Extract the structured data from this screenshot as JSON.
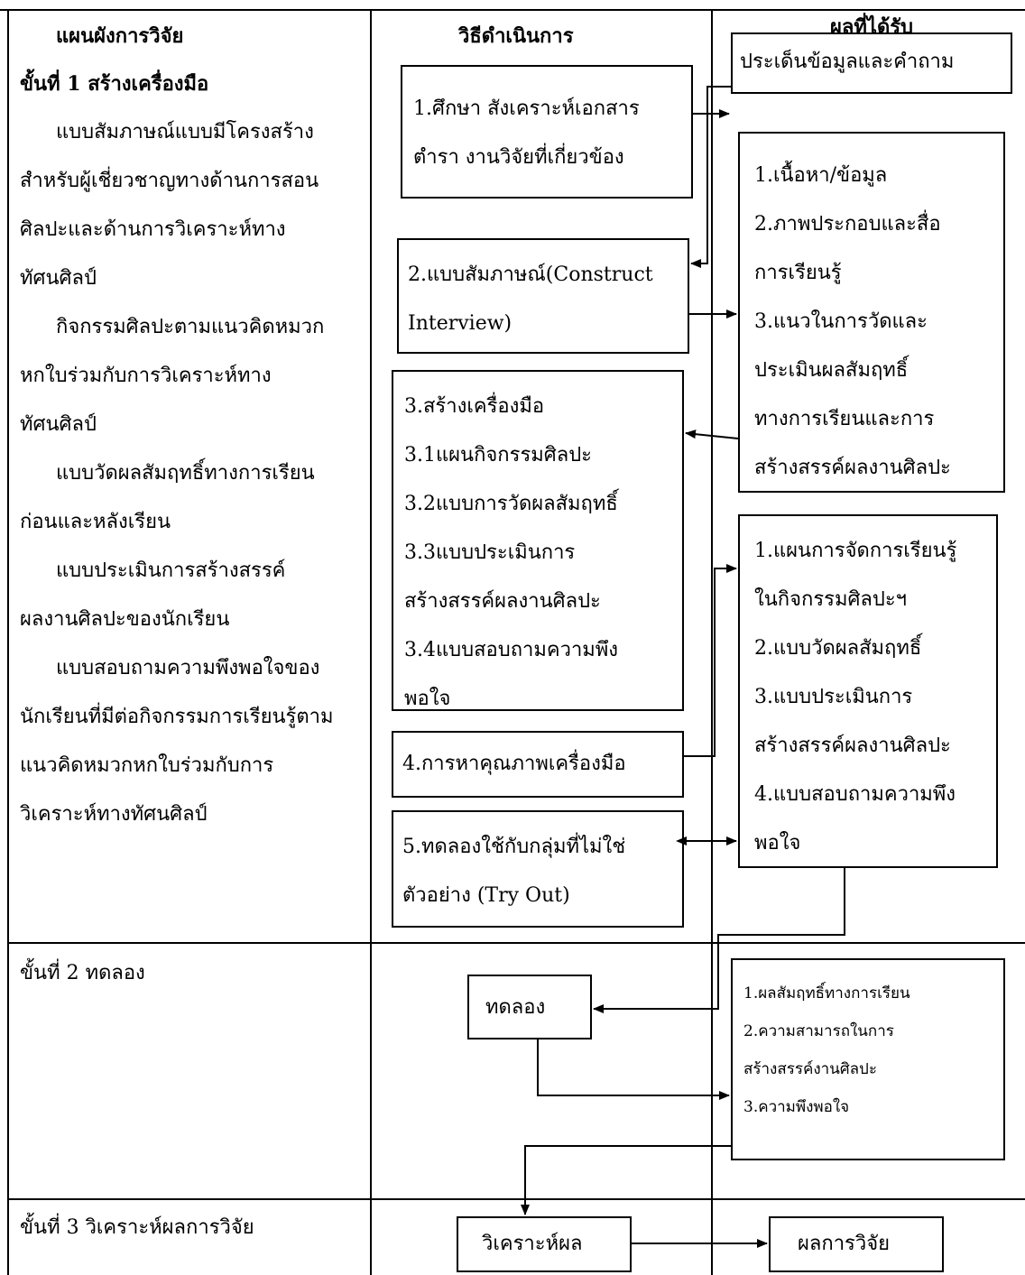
{
  "headers": {
    "plan": "แผนผังการวิจัย",
    "method": "วิธีดำเนินการ",
    "result": "ผลที่ได้รับ"
  },
  "stage1": {
    "title": "ขั้นที่ 1 สร้างเครื่องมือ",
    "lines": [
      "แบบสัมภาษณ์แบบมีโครงสร้าง",
      "สำหรับผู้เชี่ยวชาญทางด้านการสอน",
      "ศิลปะและด้านการวิเคราะห์ทาง",
      "ทัศนศิลป์",
      "กิจกรรมศิลปะตามแนวคิดหมวก",
      "หกใบร่วมกับการวิเคราะห์ทาง",
      "ทัศนศิลป์",
      "แบบวัดผลสัมฤทธิ์ทางการเรียน",
      "ก่อนและหลังเรียน",
      "แบบประเมินการสร้างสรรค์",
      "ผลงานศิลปะของนักเรียน",
      "แบบสอบถามความพึงพอใจของ",
      "นักเรียนที่มีต่อกิจกรรมการเรียนรู้ตาม",
      "แนวคิดหมวกหกใบร่วมกับการ",
      "วิเคราะห์ทางทัศนศิลป์"
    ]
  },
  "stage2": {
    "title": "ขั้นที่ 2 ทดลอง"
  },
  "stage3": {
    "title": "ขั้นที่ 3 วิเคราะห์ผลการวิจัย"
  },
  "method_boxes": {
    "study": [
      "1.ศึกษา สังเคราะห์เอกสาร",
      "ตำรา งานวิจัยที่เกี่ยวข้อง"
    ],
    "interview": [
      "2.แบบสัมภาษณ์(Construct",
      "Interview)"
    ],
    "build": [
      "3.สร้างเครื่องมือ",
      "3.1แผนกิจกรรมศิลปะ",
      "3.2แบบการวัดผลสัมฤทธิ์",
      "3.3แบบประเมินการ",
      "สร้างสรรค์ผลงานศิลปะ",
      "3.4แบบสอบถามความพึง",
      "พอใจ"
    ],
    "quality": [
      "4.การหาคุณภาพเครื่องมือ"
    ],
    "tryout": [
      "5.ทดลองใช้กับกลุ่มที่ไม่ใช่",
      "ตัวอย่าง (Try Out)"
    ],
    "experiment": [
      "ทดลอง"
    ],
    "analyze": [
      "วิเคราะห์ผล"
    ]
  },
  "result_boxes": {
    "issues": [
      "ประเด็นข้อมูลและคำถาม"
    ],
    "content": [
      "1.เนื้อหา/ข้อมูล",
      "2.ภาพประกอบและสื่อ",
      "การเรียนรู้",
      "3.แนวในการวัดและ",
      "ประเมินผลสัมฤทธิ์",
      "ทางการเรียนและการ",
      "สร้างสรรค์ผลงานศิลปะ"
    ],
    "plans": [
      "1.แผนการจัดการเรียนรู้",
      "ในกิจกรรมศิลปะฯ",
      "2.แบบวัดผลสัมฤทธิ์",
      "3.แบบประเมินการ",
      "สร้างสรรค์ผลงานศิลปะ",
      "4.แบบสอบถามความพึง",
      "พอใจ"
    ],
    "outcomes": [
      "1.ผลสัมฤทธิ์ทางการเรียน",
      "2.ความสามารถในการ",
      "สร้างสรรค์งานศิลปะ",
      "3.ความพึงพอใจ"
    ],
    "research_result": [
      "ผลการวิจัย"
    ]
  }
}
